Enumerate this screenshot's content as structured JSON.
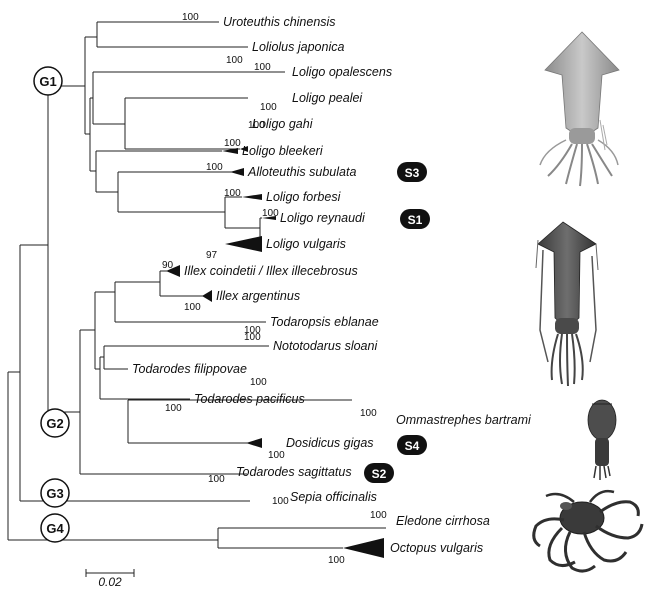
{
  "taxa": [
    {
      "label": "Uroteuthis chinensis",
      "support": "100"
    },
    {
      "label": "Loliolus japonica",
      "support": "100"
    },
    {
      "label": "Loligo opalescens",
      "support": "100"
    },
    {
      "label": "Loligo pealei",
      "support": "100"
    },
    {
      "label": "Loligo gahi",
      "support": "100"
    },
    {
      "label": "Loligo bleekeri",
      "support": "100"
    },
    {
      "label": "Alloteuthis subulata",
      "support": "100"
    },
    {
      "label": "Loligo forbesi",
      "support": "100"
    },
    {
      "label": "Loligo reynaudi",
      "support": "100"
    },
    {
      "label": "Loligo vulgaris",
      "support": "97"
    },
    {
      "label": "Illex coindetii / Illex illecebrosus",
      "support": "90"
    },
    {
      "label": "Illex argentinus",
      "support": "100"
    },
    {
      "label": "Todaropsis eblanae",
      "support": "100"
    },
    {
      "label": "Nototodarus sloani",
      "support": "100"
    },
    {
      "label": "Todarodes filippovae",
      "support": "100"
    },
    {
      "label": "Todarodes pacificus",
      "support": "100"
    },
    {
      "label": "Ommastrephes bartrami",
      "support": "100"
    },
    {
      "label": "Dosidicus gigas",
      "support": "100"
    },
    {
      "label": "Todarodes sagittatus",
      "support": "100"
    },
    {
      "label": "Sepia officinalis",
      "support": "100"
    },
    {
      "label": "Eledone cirrhosa",
      "support": "100"
    },
    {
      "label": "Octopus vulgaris",
      "support": "100"
    }
  ],
  "groups": [
    "G1",
    "G2",
    "G3",
    "G4"
  ],
  "samples": [
    "S3",
    "S1",
    "S4",
    "S2"
  ],
  "scale_bar": "0.02",
  "colors": {
    "line": "#222222",
    "badge": "#111111",
    "background": "#ffffff"
  }
}
